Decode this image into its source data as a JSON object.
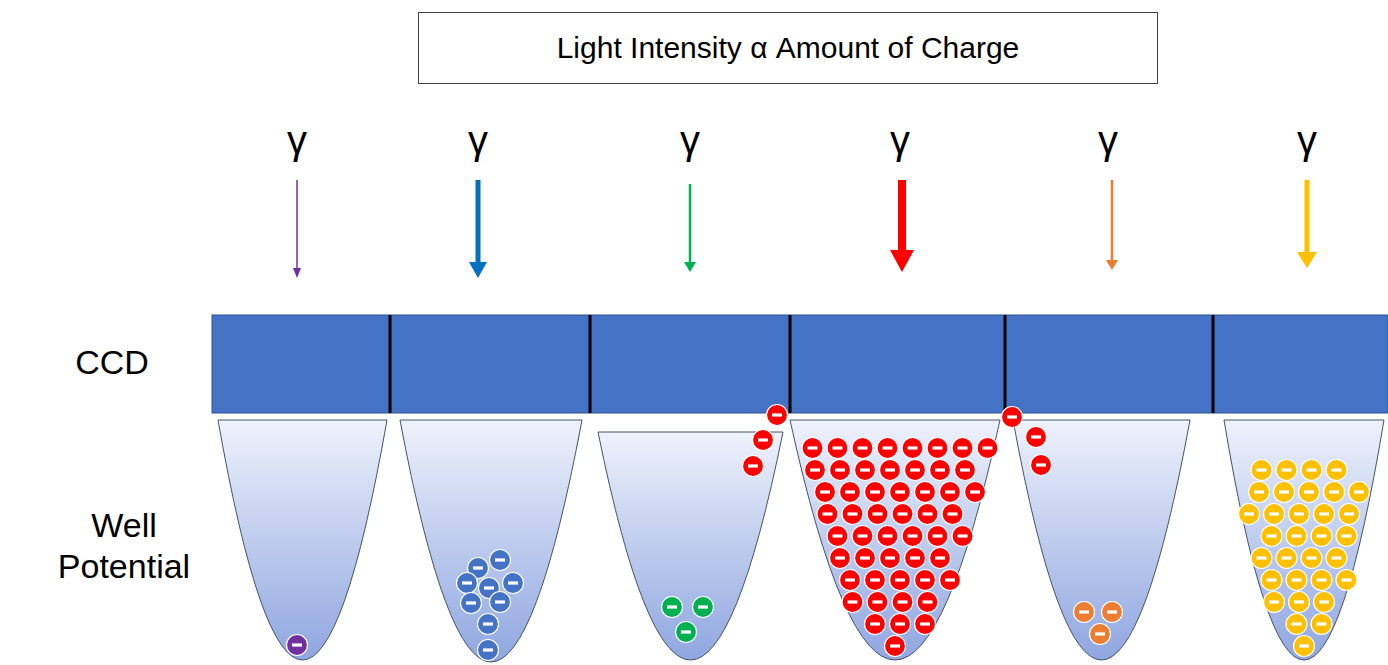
{
  "diagram": {
    "nodes": [
      {
        "text": [
          "Light Intensity α Amount of Charge"
        ]
      }
    ],
    "labels": [
      "γ",
      "γ",
      "γ",
      "γ",
      "γ",
      "γ",
      "CCD",
      "Well Potential"
    ]
  }
}
